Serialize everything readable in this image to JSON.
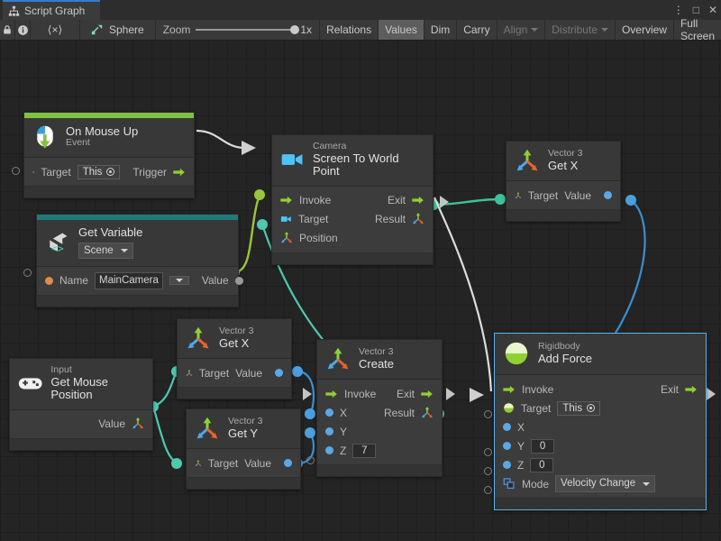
{
  "window": {
    "tab_label": "Script Graph",
    "tab_icon": "graph-icon",
    "buttons": {
      "menu": "⋮",
      "maximize": "□",
      "close": "✕"
    }
  },
  "toolbar": {
    "left_icons": [
      {
        "name": "lock-icon",
        "glyph": "🔒"
      },
      {
        "name": "info-icon",
        "glyph": "i"
      },
      {
        "name": "code-icon",
        "glyph": "⟨×⟩"
      }
    ],
    "object_name": "Sphere",
    "zoom_label": "Zoom",
    "zoom_value": "1x",
    "items": [
      {
        "label": "Relations",
        "active": false,
        "dim": false
      },
      {
        "label": "Values",
        "active": true,
        "dim": false
      },
      {
        "label": "Dim",
        "active": false,
        "dim": false
      },
      {
        "label": "Carry",
        "active": false,
        "dim": false
      },
      {
        "label": "Align",
        "active": false,
        "dim": true,
        "caret": true
      },
      {
        "label": "Distribute",
        "active": false,
        "dim": true,
        "caret": true
      },
      {
        "label": "Overview",
        "active": false,
        "dim": false
      },
      {
        "label": "Full Screen",
        "active": false,
        "dim": false
      }
    ]
  },
  "nodes": {
    "on_mouse_up": {
      "subtitle": "On Mouse Up",
      "title": "Event",
      "accent_color": "#7fc242",
      "icon": "mouse-up-icon",
      "target_label": "Target",
      "target_value": "This",
      "trigger_label": "Trigger"
    },
    "get_variable": {
      "subtitle": "Get Variable",
      "scope": "Scene",
      "accent_color": "#1f7a78",
      "icon": "unity-variable-icon",
      "name_label": "Name",
      "name_value": "MainCamera",
      "value_label": "Value"
    },
    "camera": {
      "subtitle": "Camera",
      "title": "Screen To World Point",
      "icon": "camera-icon",
      "inputs": [
        "Invoke",
        "Target",
        "Position"
      ],
      "outputs": [
        "Exit",
        "Result"
      ]
    },
    "vector3_getx_top": {
      "subtitle": "Vector 3",
      "title": "Get X",
      "icon": "vector3-icon",
      "target_label": "Target",
      "value_label": "Value"
    },
    "input_mouse": {
      "subtitle": "Input",
      "title": "Get Mouse Position",
      "icon": "gamepad-icon",
      "value_label": "Value"
    },
    "vector3_getx_mid": {
      "subtitle": "Vector 3",
      "title": "Get X",
      "icon": "vector3-icon",
      "target_label": "Target",
      "value_label": "Value"
    },
    "vector3_gety_mid": {
      "subtitle": "Vector 3",
      "title": "Get Y",
      "icon": "vector3-icon",
      "target_label": "Target",
      "value_label": "Value"
    },
    "vector3_create": {
      "subtitle": "Vector 3",
      "title": "Create",
      "icon": "vector3-icon",
      "invoke_label": "Invoke",
      "exit_label": "Exit",
      "result_label": "Result",
      "x_label": "X",
      "y_label": "Y",
      "z_label": "Z",
      "z_value": "7"
    },
    "rigidbody_add_force": {
      "subtitle": "Rigidbody",
      "title": "Add Force",
      "icon": "rigidbody-icon",
      "selected": true,
      "invoke_label": "Invoke",
      "exit_label": "Exit",
      "target_label": "Target",
      "target_value": "This",
      "x_label": "X",
      "y_label": "Y",
      "y_value": "0",
      "z_label": "Z",
      "z_value": "0",
      "mode_label": "Mode",
      "mode_value": "Velocity Change"
    }
  },
  "colors": {
    "flow_wire": "#dcdcdc",
    "object_wire": "#9bc53d",
    "value_wire": "#4ec9b0",
    "float_wire": "#4a9fe0",
    "selection": "#59b4e8"
  }
}
